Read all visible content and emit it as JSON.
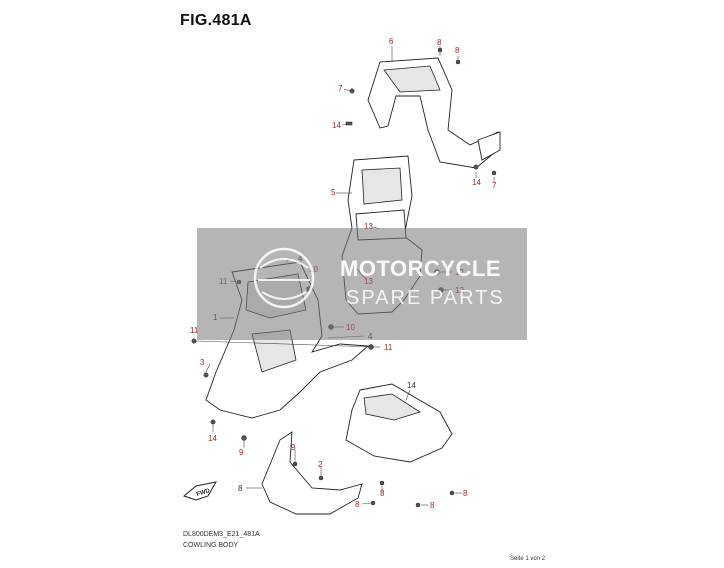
{
  "figure": {
    "title": "FIG.481A",
    "model_code": "DL800DEM3_E21_481A",
    "part_group": "COWLING BODY",
    "page_info": "Seite 1 von 2"
  },
  "watermark": {
    "line1": "MOTORCYCLE",
    "line2": "SPARE PARTS"
  },
  "fwd_label": "FWD",
  "callouts": [
    "6",
    "8",
    "8",
    "7",
    "14",
    "14",
    "7",
    "5",
    "13",
    "12",
    "12",
    "13",
    "4",
    "10",
    "11",
    "1",
    "10",
    "4",
    "11",
    "11",
    "3",
    "14",
    "14",
    "9",
    "9",
    "2",
    "8",
    "8",
    "8",
    "8"
  ],
  "colors": {
    "callout_red": "#a0282c",
    "line_art": "#222222",
    "watermark_gray": "#787878"
  }
}
